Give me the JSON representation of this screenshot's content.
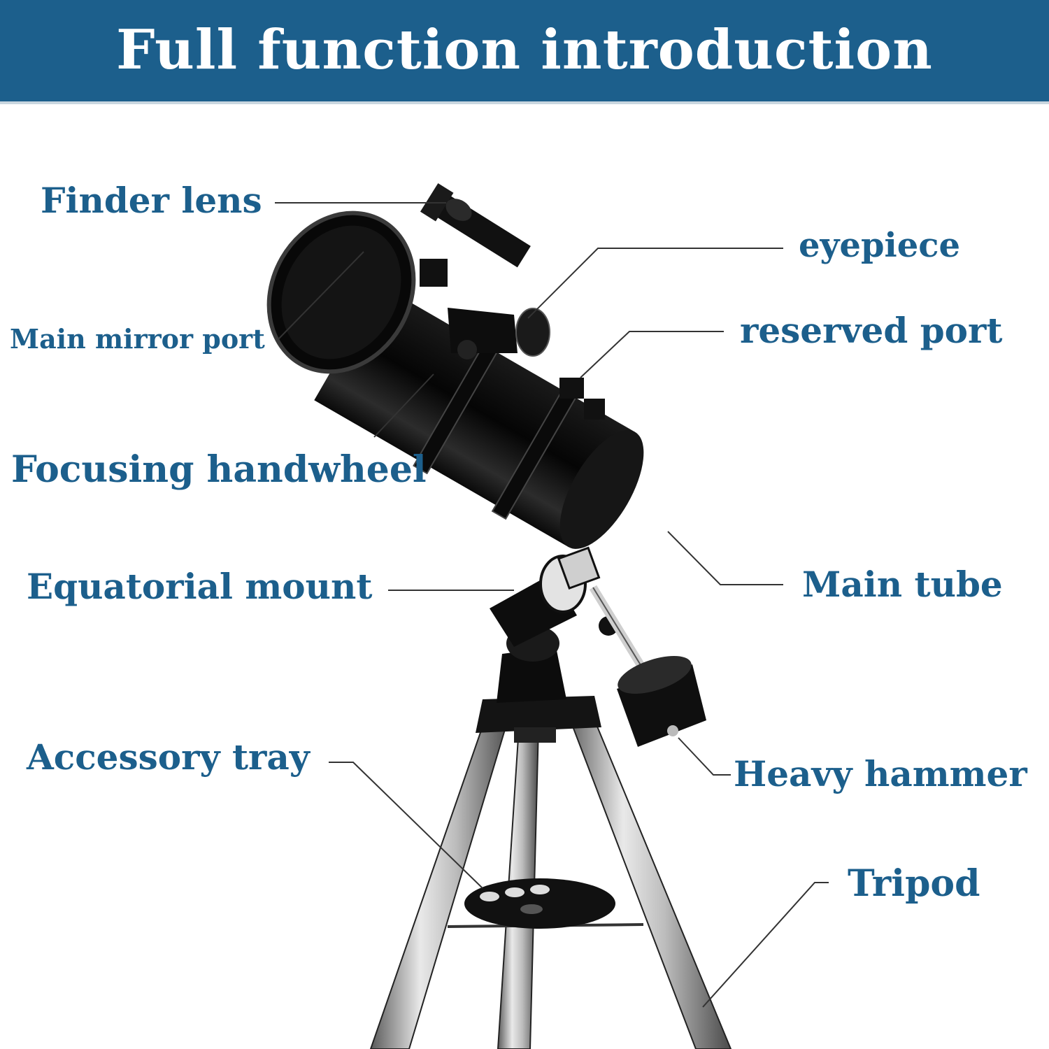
{
  "title": "Full function introduction",
  "colors": {
    "banner": "#1c5f8c",
    "label": "#1c5f8c",
    "leader": "#333333"
  },
  "labels": {
    "finder_lens": "Finder lens",
    "eyepiece": "eyepiece",
    "main_mirror_port": "Main mirror port",
    "reserved_port": "reserved port",
    "focusing_handwheel": "Focusing handwheel",
    "equatorial_mount": "Equatorial mount",
    "main_tube": "Main tube",
    "accessory_tray": "Accessory tray",
    "heavy_hammer": "Heavy hammer",
    "tripod": "Tripod"
  }
}
